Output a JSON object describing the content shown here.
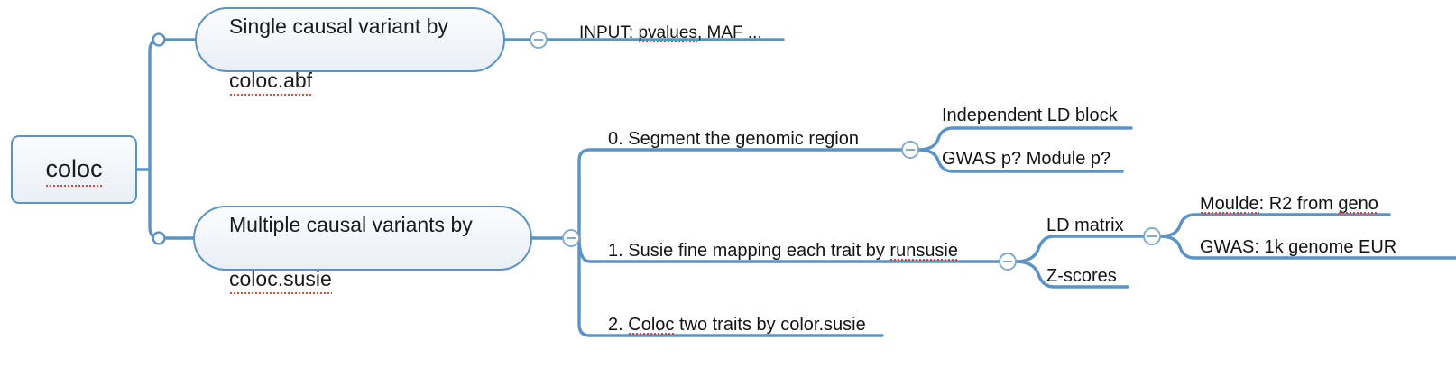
{
  "diagram": {
    "type": "mind-map",
    "title": "coloc",
    "line_color": "#5a93c8",
    "node_fill": "#eef2f7",
    "node_border": "#5a93c8",
    "text_color": "#131313",
    "spellcheck_color": "#e8322a",
    "background": "#ffffff"
  },
  "root": {
    "label": "coloc",
    "spellchecked": true
  },
  "branches": {
    "abf": {
      "label_line1": "Single causal variant by",
      "label_line2": "coloc.abf",
      "child": {
        "label": "INPUT: pvalues, MAF ...",
        "pre": "INPUT: ",
        "misspelled": "pvalues",
        "post": ", MAF ..."
      }
    },
    "susie": {
      "label_line1": "Multiple causal variants by",
      "label_line2": "coloc.susie",
      "steps": [
        {
          "label": "0. Segment the genomic region",
          "children": [
            {
              "label": "Independent LD block"
            },
            {
              "label": "GWAS p? Module p?"
            }
          ]
        },
        {
          "label": "1. Susie fine mapping each trait by runsusie",
          "pre": "1. Susie fine mapping each trait by ",
          "misspelled": "runsusie",
          "post": "",
          "children": [
            {
              "label": "LD matrix",
              "children": [
                {
                  "label": "Moulde: R2 from geno",
                  "pre": "",
                  "misspelled_a": "Moulde",
                  "mid": ": R2 from ",
                  "misspelled_b": "geno",
                  "post": ""
                },
                {
                  "label": "GWAS: 1k genome EUR"
                }
              ]
            },
            {
              "label": "Z-scores"
            }
          ]
        },
        {
          "label": "2. Coloc two traits by color.susie",
          "pre": "2. ",
          "misspelled": "Coloc",
          "post": " two traits by color.susie"
        }
      ]
    }
  },
  "toggles": {
    "collapse_glyph": "−",
    "items": [
      "toggle-abf-input",
      "toggle-susie-steps",
      "toggle-step0-children",
      "toggle-step1-children",
      "toggle-ldmatrix-children"
    ]
  }
}
